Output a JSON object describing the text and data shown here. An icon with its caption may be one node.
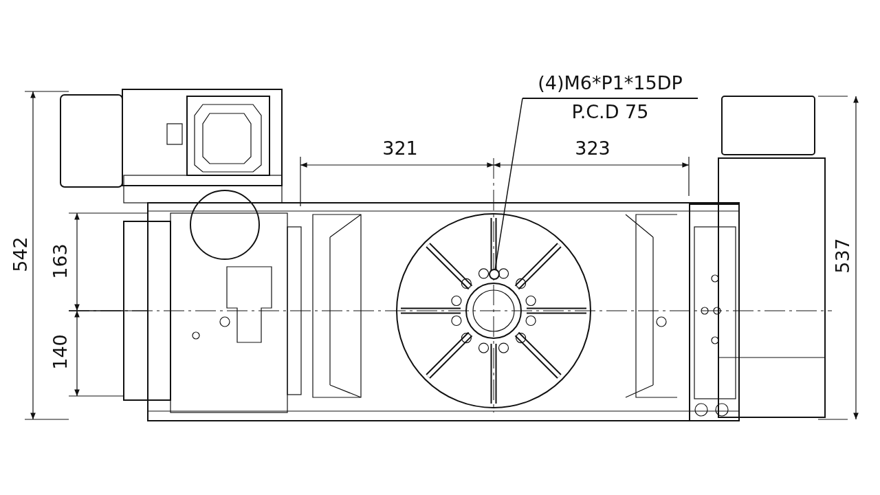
{
  "diagram": {
    "nodes": [
      {
        "text": [
          "(4)M6*P1*15DP",
          "P.C.D 75"
        ]
      },
      {
        "text": [],
        "shape": "circle"
      }
    ],
    "edges": [
      {
        "from": 0,
        "to": 1,
        "arrow": "none"
      }
    ],
    "labels": [
      "321",
      "323",
      "542",
      "163",
      "140",
      "537"
    ]
  }
}
